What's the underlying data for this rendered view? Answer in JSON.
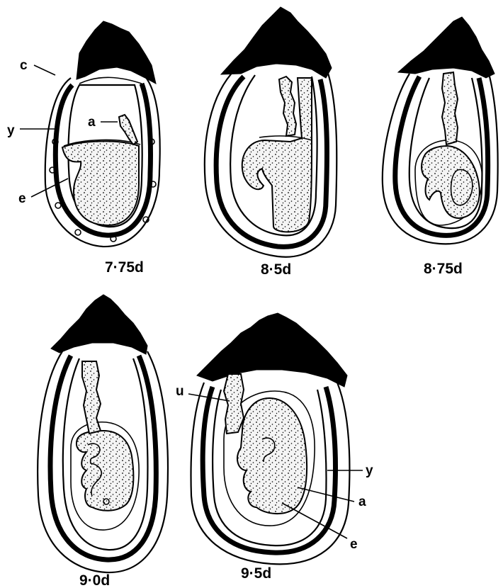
{
  "figure": {
    "stages": [
      {
        "caption": "7·75d"
      },
      {
        "caption": "8·5d"
      },
      {
        "caption": "8·75d"
      },
      {
        "caption": "9·0d"
      },
      {
        "caption": "9·5d"
      }
    ],
    "labels": {
      "c": "c",
      "y": "y",
      "a": "a",
      "e": "e",
      "u": "u"
    }
  }
}
